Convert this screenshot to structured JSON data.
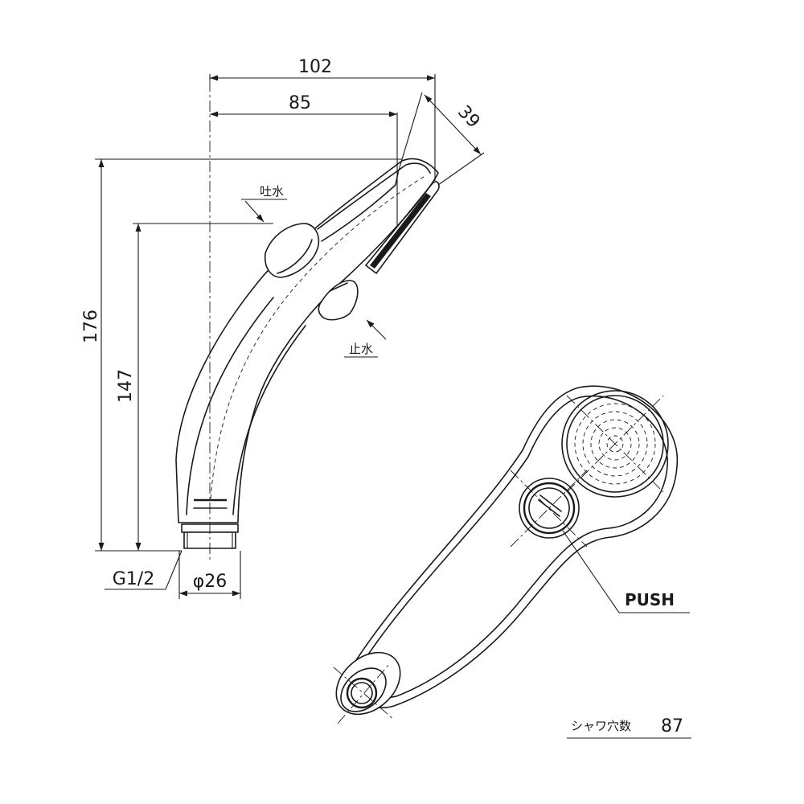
{
  "dimensions": {
    "overall_width": "102",
    "head_width": "85",
    "face_width": "39",
    "overall_height": "176",
    "outlet_height": "147",
    "thread": "G1/2",
    "diameter": "φ26"
  },
  "labels": {
    "spout": "吐水",
    "stop": "止水",
    "push_button": "PUSH",
    "hole_count_label": "シャワ穴数",
    "hole_count_value": "87"
  },
  "colors": {
    "line": "#1a1a1a",
    "background": "#ffffff"
  }
}
